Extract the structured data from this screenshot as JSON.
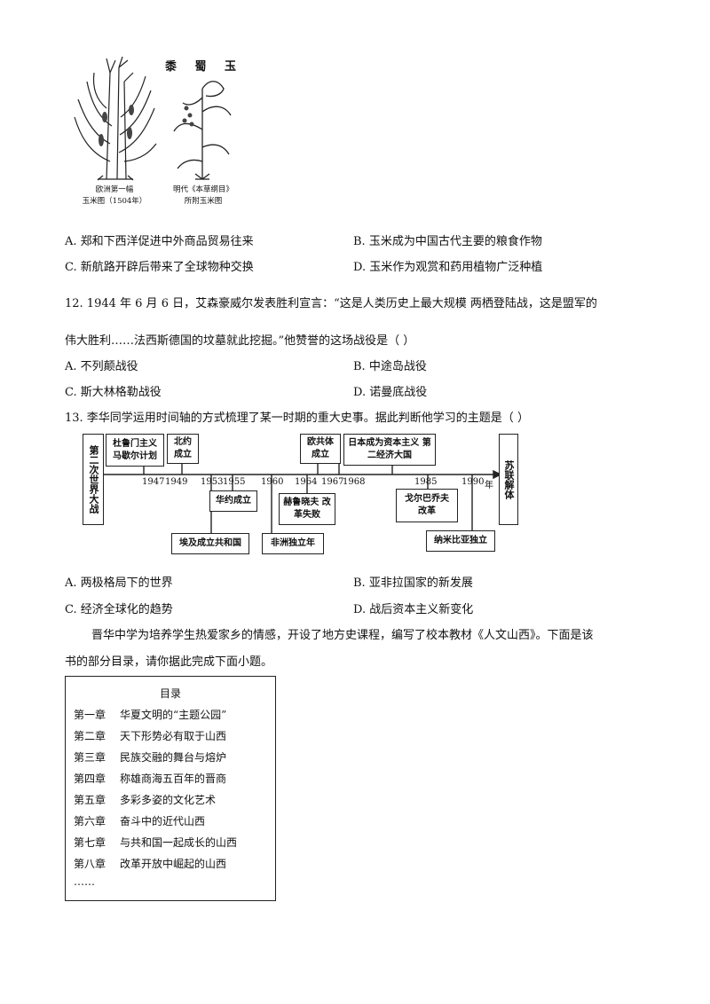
{
  "figure": {
    "title": "黍 蜀 玉",
    "caption_left": [
      "欧洲第一幅",
      "玉米图（1504年）"
    ],
    "caption_right": [
      "明代《本草纲目》",
      "所附玉米图"
    ]
  },
  "q11_options": {
    "A": "A.  郑和下西洋促进中外商品贸易往来",
    "B": "B.  玉米成为中国古代主要的粮食作物",
    "C": "C.  新航路开辟后带来了全球物种交换",
    "D": "D.  玉米作为观赏和药用植物广泛种植"
  },
  "q12": {
    "line1": "12. 1944 年 6 月 6 日，艾森豪威尔发表胜利宣言：“这是人类历史上最大规模   两栖登陆战，这是盟军的",
    "line2": "伟大胜利……法西斯德国的坟墓就此挖掘。”他赞誉的这场战役是（      ）",
    "A": "A.  不列颠战役",
    "B": "B.  中途岛战役",
    "C": "C.  斯大林格勒战役",
    "D": "D.  诺曼底战役"
  },
  "q13": {
    "stem": "13.  李华同学运用时间轴的方式梳理了某一时期的重大史事。据此判断他学习的主题是（      ）",
    "timeline": {
      "start_label": "第二次世界大战",
      "end_label": "苏联解体",
      "year_unit": "年",
      "top_events": [
        {
          "text": "杜鲁门主义 马歇尔计划"
        },
        {
          "text": "北约 成立"
        },
        {
          "text": "欧共体 成立"
        },
        {
          "text": "日本成为资本主义 第二经济大国"
        }
      ],
      "years_top": [
        "1947",
        "1949",
        "1953",
        "1955",
        "1960",
        "1964",
        "1967",
        "1968",
        "1985",
        "1990"
      ],
      "bottom_events": [
        {
          "text": "华约成立"
        },
        {
          "text": "赫鲁晓夫 改革失败"
        },
        {
          "text": "戈尔巴乔夫 改革"
        },
        {
          "text": "埃及成立共和国"
        },
        {
          "text": "非洲独立年"
        },
        {
          "text": "纳米比亚独立"
        }
      ]
    },
    "A": "A.  两极格局下的世界",
    "B": "B.  亚非拉国家的新发展",
    "C": "C.  经济全球化的趋势",
    "D": "D.  战后资本主义新变化"
  },
  "intro": {
    "line1": "晋华中学为培养学生热爱家乡的情感，开设了地方史课程，编写了校本教材《人文山西》。下面是该",
    "line2": "书的部分目录，请你据此完成下面小题。"
  },
  "toc": {
    "title": "目录",
    "items": [
      {
        "chapter": "第一章",
        "title": "华夏文明的“主题公园”"
      },
      {
        "chapter": "第二章",
        "title": "天下形势必有取于山西"
      },
      {
        "chapter": "第三章",
        "title": "民族交融的舞台与熔炉"
      },
      {
        "chapter": "第四章",
        "title": "称雄商海五百年的晋商"
      },
      {
        "chapter": "第五章",
        "title": "多彩多姿的文化艺术"
      },
      {
        "chapter": "第六章",
        "title": "奋斗中的近代山西"
      },
      {
        "chapter": "第七章",
        "title": "与共和国一起成长的山西"
      },
      {
        "chapter": "第八章",
        "title": "改革开放中崛起的山西"
      }
    ],
    "ellipsis": "……"
  }
}
